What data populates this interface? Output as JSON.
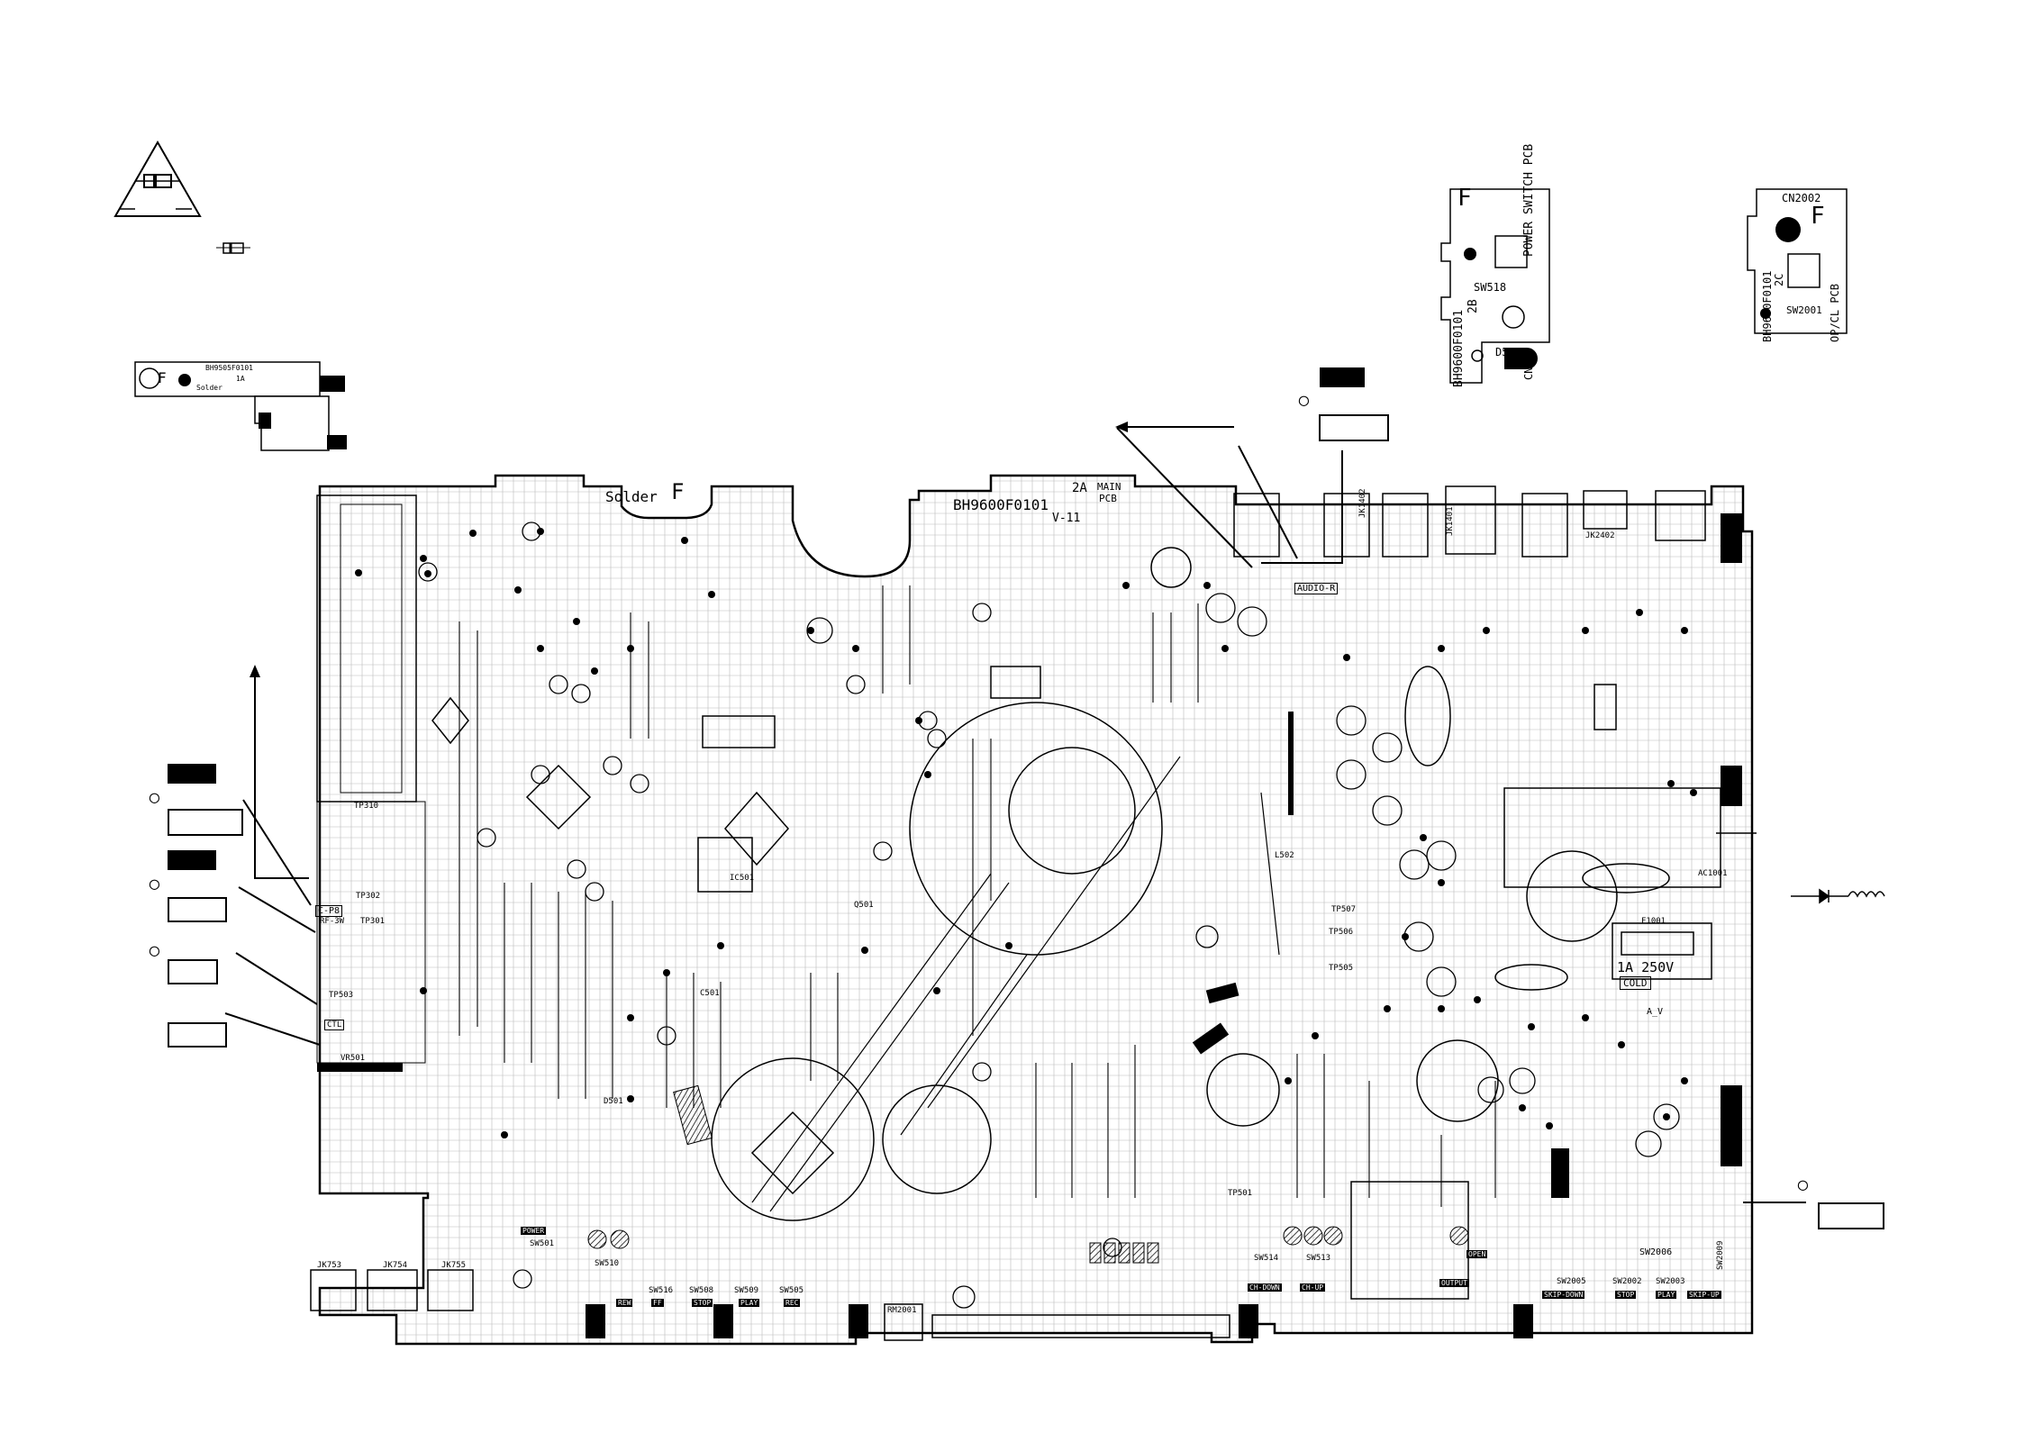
{
  "main_board": {
    "part_no": "BH9600F0101",
    "rev": "2A",
    "name_lines": [
      "MAIN",
      "PCB"
    ],
    "version": "V-11",
    "solder_label": "Solder",
    "side_letter": "F",
    "fuse_rating": "1A 250V",
    "cold_label": "COLD",
    "audio_label": "AUDIO-R",
    "sw_label": "SW2006"
  },
  "power_switch_board": {
    "part_no": "BH9600F0101",
    "rev": "2B",
    "title": "POWER SWITCH PCB",
    "side_letter": "F",
    "switch": "SW518",
    "led": "D561",
    "connector": "CN508"
  },
  "opcl_board": {
    "part_no": "BH9600F0101",
    "rev": "2C",
    "title": "OP/CL PCB",
    "side_letter": "F",
    "connector": "CN2002",
    "switch": "SW2001"
  },
  "small_board": {
    "part_no": "BH9505F0101",
    "rev": "1A",
    "solder_label": "Solder",
    "side_letter": "F"
  },
  "button_labels": [
    "REW",
    "FF",
    "STOP",
    "PLAY",
    "REC",
    "SKIP-DOWN",
    "STOP",
    "PLAY",
    "SKIP-UP",
    "POWER",
    "CH-DOWN",
    "CH-UP",
    "OUTPUT",
    "OPEN",
    "SW501",
    "SW516",
    "SW508",
    "SW509",
    "SW505",
    "SW514",
    "SW513",
    "SW2005",
    "SW2002",
    "SW2003",
    "SW2009",
    "SW510"
  ],
  "jacks": [
    "JK753",
    "JK754",
    "JK755",
    "RM2001",
    "JK1402",
    "JK1401",
    "JK2402"
  ],
  "test_points": [
    "TP302",
    "TP301",
    "TP310",
    "TP503",
    "TP501",
    "TP505",
    "TP506",
    "TP507"
  ],
  "misc_labels": [
    "C-P8",
    "RF-3W",
    "CTL",
    "VR501",
    "A_V",
    "F1001",
    "AC1001",
    "L502",
    "D501",
    "C501",
    "IC501",
    "Q501"
  ],
  "colors": {
    "ink": "#000000",
    "paper": "#ffffff"
  }
}
